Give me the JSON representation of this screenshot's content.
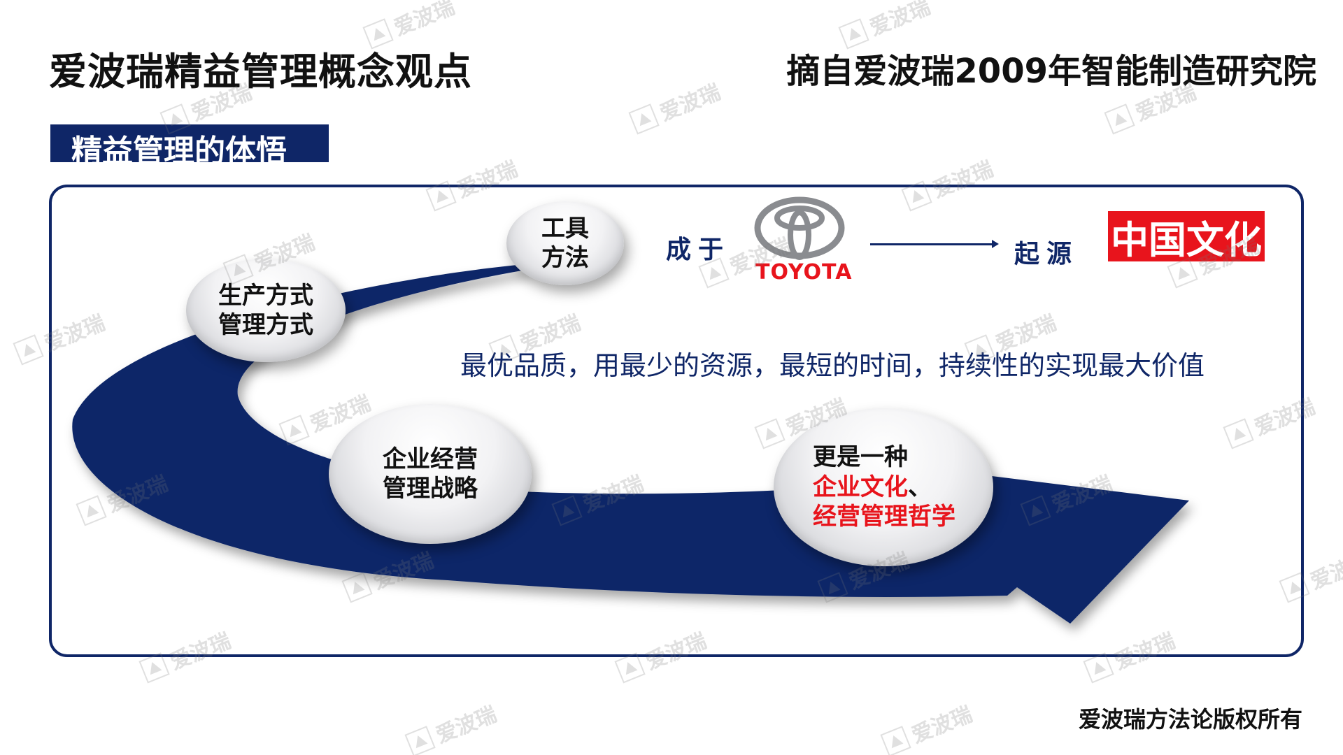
{
  "header": {
    "title": "爱波瑞精益管理概念观点",
    "source": "摘自爱波瑞2009年智能制造研究院"
  },
  "section": {
    "label": "精益管理的体悟"
  },
  "bubbles": {
    "tools": [
      "工具",
      "方法"
    ],
    "production": [
      "生产方式",
      "管理方式"
    ],
    "strategy": [
      "企业经营",
      "管理战略"
    ],
    "culture": {
      "line1": "更是一种",
      "line2_red": "企业文化",
      "line2_tail": "、",
      "line3_red": "经营管理哲学"
    }
  },
  "origin": {
    "made_label": "成于",
    "brand_text": "TOYOTA",
    "source_label": "起源",
    "culture_box": "中国文化"
  },
  "slogan": "最优品质，用最少的资源，最短的时间，持续性的实现最大价值",
  "footer": {
    "copyright": "爱波瑞方法论版权所有"
  },
  "watermark": {
    "text": "爱波瑞"
  },
  "colors": {
    "navy": "#0f2667",
    "red": "#e8141c"
  }
}
